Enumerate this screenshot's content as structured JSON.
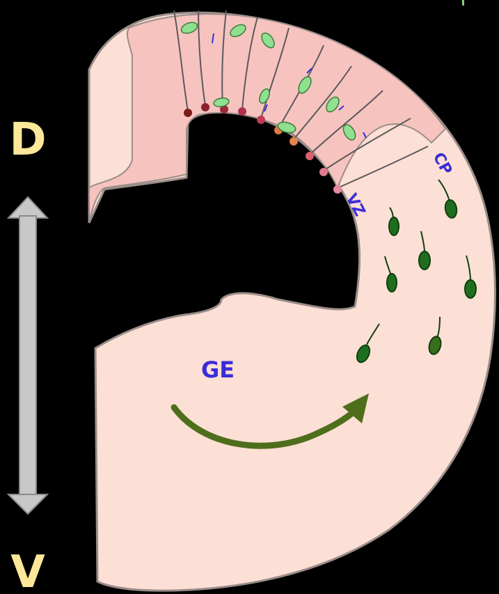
{
  "colors": {
    "background": "#000000",
    "axis_letter": "#FFE79A",
    "axis_arrow": "#C8C8C8",
    "pallium_fill": "#F7C3BF",
    "ventral_fill": "#FCDFD5",
    "outline": "#9A8D89",
    "region_label": "#3A2DD8",
    "neuron_dark": "#1F6E1F",
    "neuron_light": "#8FE08F",
    "migration_arrow": "#4E6E1C"
  },
  "axis": {
    "top_label": "D",
    "bottom_label": "V"
  },
  "labels": {
    "cp": "CP",
    "vz": "VZ",
    "ge": "GE"
  }
}
